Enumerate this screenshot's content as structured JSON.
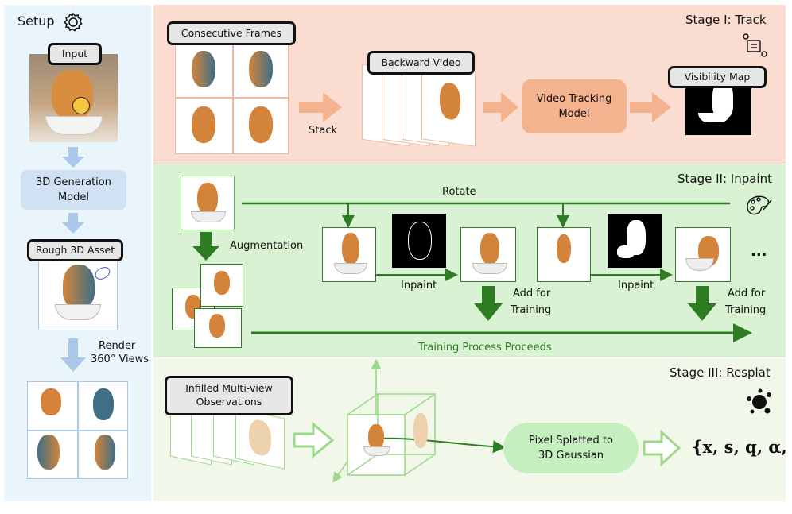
{
  "setup": {
    "title": "Setup",
    "input_label": "Input",
    "gen_model_label": "3D Generation Model",
    "rough_asset_label": "Rough 3D Asset",
    "render_label_1": "Render",
    "render_label_2": "360° Views"
  },
  "stage1": {
    "title": "Stage I: Track",
    "consecutive_frames": "Consecutive Frames",
    "stack": "Stack",
    "backward_video": "Backward Video",
    "tracking_model": "Video Tracking Model",
    "visibility_map": "Visibility Map"
  },
  "stage2": {
    "title": "Stage II: Inpaint",
    "rotate": "Rotate",
    "augmentation": "Augmentation",
    "inpaint_1": "Inpaint",
    "inpaint_2": "Inpaint",
    "add_training_1a": "Add for",
    "add_training_1b": "Training",
    "add_training_2a": "Add for",
    "add_training_2b": "Training",
    "ellipsis": "...",
    "proceeds": "Training Process Proceeds"
  },
  "stage3": {
    "title": "Stage III: Resplat",
    "observations": "Infilled Multi-view Observations",
    "splatted": "Pixel Splatted to 3D Gaussian",
    "formula": "{x, s, q, α, c}"
  },
  "colors": {
    "stage1_bg": "#fbdcd0",
    "stage2_bg": "#d8f2d3",
    "stage3_bg": "#f1f8ea",
    "setup_bg": "#eaf4fb",
    "orange_arrow": "#f4b28f",
    "tracking_box": "#f4b28f",
    "green_dark": "#2f7d22",
    "green_light": "#b8e6a8",
    "blue_arrow": "#a9c8ea"
  }
}
